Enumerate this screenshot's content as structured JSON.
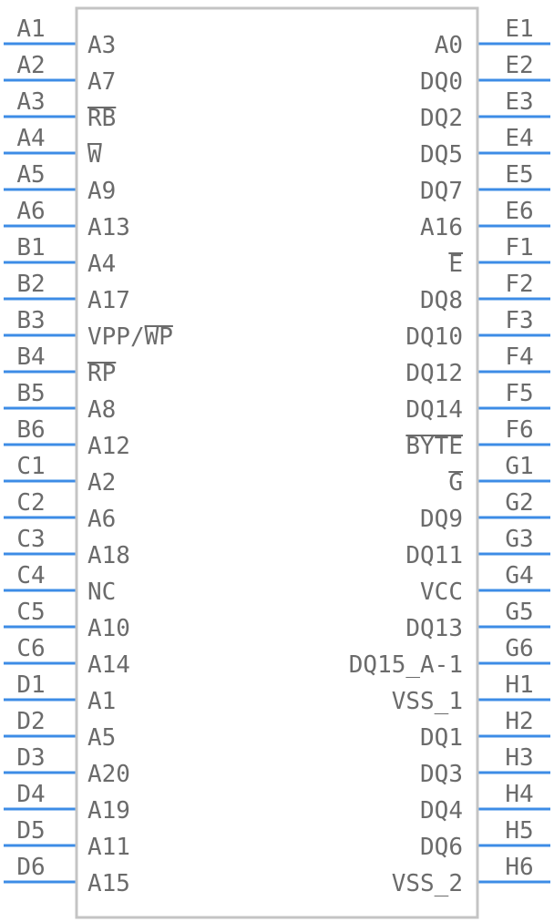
{
  "component": {
    "left_pins": [
      {
        "number": "A1",
        "name": "A3"
      },
      {
        "number": "A2",
        "name": "A7"
      },
      {
        "number": "A3",
        "name": "RB",
        "overbar": true
      },
      {
        "number": "A4",
        "name": "W",
        "overbar": true
      },
      {
        "number": "A5",
        "name": "A9"
      },
      {
        "number": "A6",
        "name": "A13"
      },
      {
        "number": "B1",
        "name": "A4"
      },
      {
        "number": "B2",
        "name": "A17"
      },
      {
        "number": "B3",
        "name": "VPP/WP",
        "overbar_part": "WP"
      },
      {
        "number": "B4",
        "name": "RP",
        "overbar": true
      },
      {
        "number": "B5",
        "name": "A8"
      },
      {
        "number": "B6",
        "name": "A12"
      },
      {
        "number": "C1",
        "name": "A2"
      },
      {
        "number": "C2",
        "name": "A6"
      },
      {
        "number": "C3",
        "name": "A18"
      },
      {
        "number": "C4",
        "name": "NC"
      },
      {
        "number": "C5",
        "name": "A10"
      },
      {
        "number": "C6",
        "name": "A14"
      },
      {
        "number": "D1",
        "name": "A1"
      },
      {
        "number": "D2",
        "name": "A5"
      },
      {
        "number": "D3",
        "name": "A20"
      },
      {
        "number": "D4",
        "name": "A19"
      },
      {
        "number": "D5",
        "name": "A11"
      },
      {
        "number": "D6",
        "name": "A15"
      }
    ],
    "right_pins": [
      {
        "number": "E1",
        "name": "A0"
      },
      {
        "number": "E2",
        "name": "DQ0"
      },
      {
        "number": "E3",
        "name": "DQ2"
      },
      {
        "number": "E4",
        "name": "DQ5"
      },
      {
        "number": "E5",
        "name": "DQ7"
      },
      {
        "number": "E6",
        "name": "A16"
      },
      {
        "number": "F1",
        "name": "E",
        "overbar": true
      },
      {
        "number": "F2",
        "name": "DQ8"
      },
      {
        "number": "F3",
        "name": "DQ10"
      },
      {
        "number": "F4",
        "name": "DQ12"
      },
      {
        "number": "F5",
        "name": "DQ14"
      },
      {
        "number": "F6",
        "name": "BYTE",
        "overbar": true
      },
      {
        "number": "G1",
        "name": "G",
        "overbar": true
      },
      {
        "number": "G2",
        "name": "DQ9"
      },
      {
        "number": "G3",
        "name": "DQ11"
      },
      {
        "number": "G4",
        "name": "VCC"
      },
      {
        "number": "G5",
        "name": "DQ13"
      },
      {
        "number": "G6",
        "name": "DQ15_A-1"
      },
      {
        "number": "H1",
        "name": "VSS_1"
      },
      {
        "number": "H2",
        "name": "DQ1"
      },
      {
        "number": "H3",
        "name": "DQ3"
      },
      {
        "number": "H4",
        "name": "DQ4"
      },
      {
        "number": "H5",
        "name": "DQ6"
      },
      {
        "number": "H6",
        "name": "VSS_2"
      }
    ],
    "colors": {
      "pin_line": "#3d8ce6",
      "body_outline": "#c4c4c4",
      "text": "#6b6b6b"
    }
  }
}
